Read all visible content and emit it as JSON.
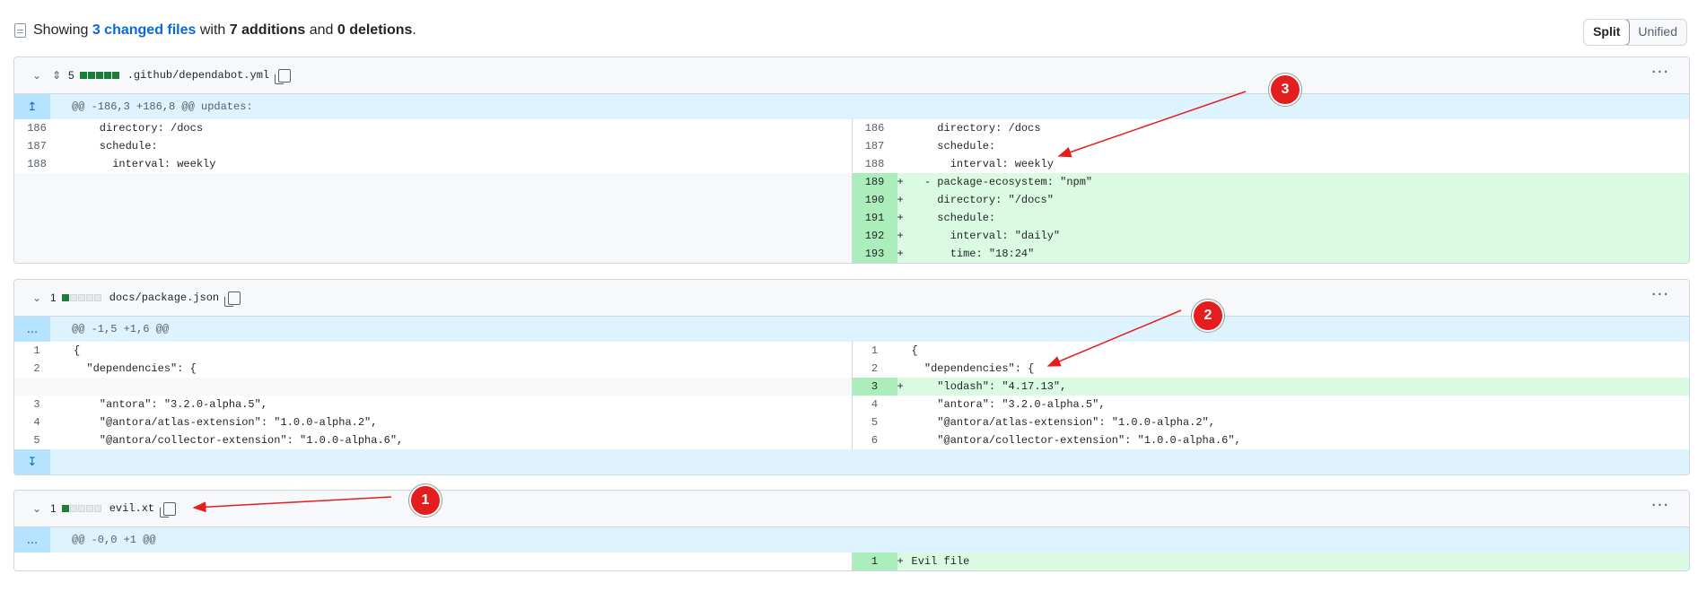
{
  "summary": {
    "prefix": "Showing",
    "changed_files": "3 changed files",
    "with": "with",
    "additions": "7 additions",
    "and": "and",
    "deletions": "0 deletions",
    "period": "."
  },
  "view_toggle": {
    "split": "Split",
    "unified": "Unified",
    "selected": "Split"
  },
  "files": [
    {
      "count": "5",
      "name": ".github/dependabot.yml",
      "hunk": "@@ -186,3 +186,8 @@ updates:",
      "hunk_icon": "↥",
      "left": [
        {
          "n": "186",
          "code": "    directory: /docs"
        },
        {
          "n": "187",
          "code": "    schedule:"
        },
        {
          "n": "188",
          "code": "      interval: weekly"
        }
      ],
      "right": [
        {
          "n": "186",
          "code": "    directory: /docs"
        },
        {
          "n": "187",
          "code": "    schedule:"
        },
        {
          "n": "188",
          "code": "      interval: weekly"
        },
        {
          "n": "189",
          "sign": "+",
          "code": "  - package-ecosystem: \"npm\""
        },
        {
          "n": "190",
          "sign": "+",
          "code": "    directory: \"/docs\""
        },
        {
          "n": "191",
          "sign": "+",
          "code": "    schedule:"
        },
        {
          "n": "192",
          "sign": "+",
          "code": "      interval: \"daily\""
        },
        {
          "n": "193",
          "sign": "+",
          "code": "      time: \"18:24\""
        }
      ]
    },
    {
      "count": "1",
      "name": "docs/package.json",
      "hunk": "@@ -1,5 +1,6 @@",
      "hunk_icon": "...",
      "left": [
        {
          "n": "1",
          "code": "{"
        },
        {
          "n": "2",
          "code": "  \"dependencies\": {"
        },
        {
          "n": "",
          "code": ""
        },
        {
          "n": "3",
          "code": "    \"antora\": \"3.2.0-alpha.5\","
        },
        {
          "n": "4",
          "code": "    \"@antora/atlas-extension\": \"1.0.0-alpha.2\","
        },
        {
          "n": "5",
          "code": "    \"@antora/collector-extension\": \"1.0.0-alpha.6\","
        }
      ],
      "right": [
        {
          "n": "1",
          "code": "{"
        },
        {
          "n": "2",
          "code": "  \"dependencies\": {"
        },
        {
          "n": "3",
          "sign": "+",
          "code": "    \"lodash\": \"4.17.13\","
        },
        {
          "n": "4",
          "code": "    \"antora\": \"3.2.0-alpha.5\","
        },
        {
          "n": "5",
          "code": "    \"@antora/atlas-extension\": \"1.0.0-alpha.2\","
        },
        {
          "n": "6",
          "code": "    \"@antora/collector-extension\": \"1.0.0-alpha.6\","
        }
      ],
      "expand_icon": "↧"
    },
    {
      "count": "1",
      "name": "evil.xt",
      "hunk": "@@ -0,0 +1 @@",
      "hunk_icon": "...",
      "right": [
        {
          "n": "1",
          "sign": "+",
          "code": "Evil file"
        }
      ]
    }
  ],
  "annotations": [
    "1",
    "2",
    "3"
  ],
  "colors": {
    "accent": "#0969da",
    "added_bg": "#dafbe1",
    "added_gutter": "#aceebb",
    "hunk_bg": "#ddf4ff",
    "badge": "#e41e1e"
  }
}
